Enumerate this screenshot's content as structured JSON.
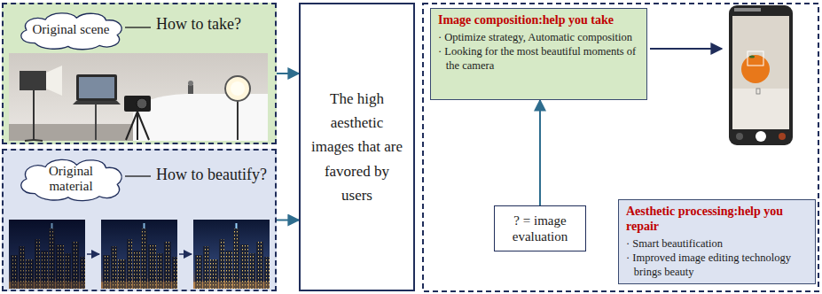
{
  "diagram": {
    "nodes": [
      {
        "text": [
          "How to take?"
        ]
      },
      {
        "text": [
          "Original scene"
        ],
        "in": 0
      },
      {
        "text": [
          "How to beautify?"
        ]
      },
      {
        "text": [
          "Original material"
        ],
        "in": 2
      },
      {
        "text": [
          "The high aesthetic images that are favored by users"
        ]
      },
      {
        "text": [
          "Image composition:help you take",
          "· Optimize strategy, Automatic composition",
          "· Looking for the most beautiful moments of the camera"
        ]
      },
      {
        "text": [
          "? = image evaluation"
        ]
      },
      {
        "text": [
          "Aesthetic processing:help you repair",
          "· Smart beautification",
          "· Improved image editing technology brings beauty"
        ]
      }
    ],
    "edges": [
      {
        "from": 0,
        "to": 4,
        "arrow": "to"
      },
      {
        "from": 2,
        "to": 4,
        "arrow": "to"
      },
      {
        "from": 6,
        "to": 5,
        "arrow": "to"
      }
    ]
  }
}
